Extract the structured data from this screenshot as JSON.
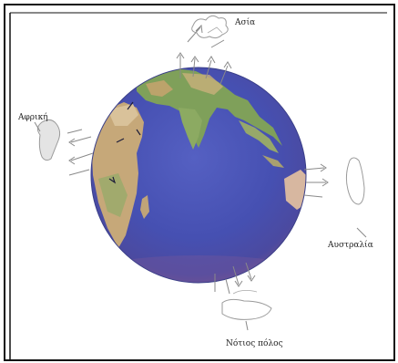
{
  "diagram": {
    "labels": {
      "asia": "Ασία",
      "africa": "Αφρική",
      "australia": "Αυστραλία",
      "south_pole": "Νότιος πόλος"
    },
    "colors": {
      "ocean": "#4a55b8",
      "ocean_deep": "#39409a",
      "land_green": "#6f9a4e",
      "land_brown": "#b89a6a",
      "land_light": "#d8c4a0",
      "frame": "#111111",
      "sketch": "#9a9a9a"
    }
  }
}
